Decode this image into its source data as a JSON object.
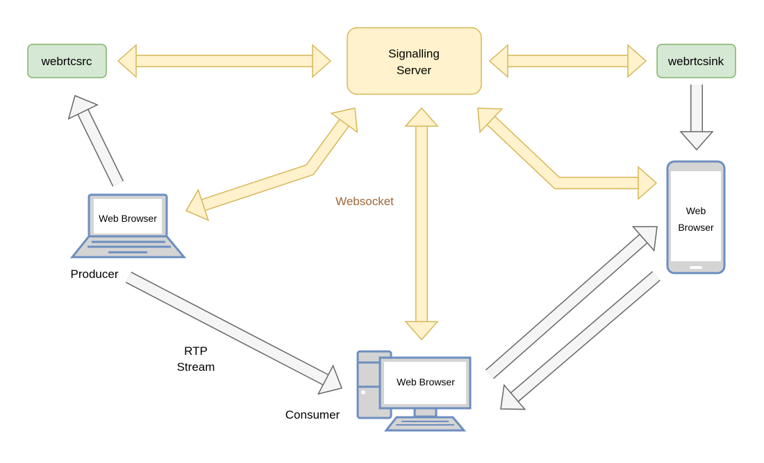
{
  "nodes": {
    "webrtcsrc": "webrtcsrc",
    "webrtcsink": "webrtcsink",
    "signalling_line1": "Signalling",
    "signalling_line2": "Server",
    "laptop_screen": "Web Browser",
    "desktop_screen": "Web Browser",
    "phone_line1": "Web",
    "phone_line2": "Browser"
  },
  "labels": {
    "producer": "Producer",
    "consumer": "Consumer",
    "websocket": "Websocket",
    "rtp_line1": "RTP",
    "rtp_line2": "Stream"
  },
  "colors": {
    "signal_fill": "#fff2cc",
    "signal_stroke": "#d6b656",
    "media_fill": "#f5f5f5",
    "media_stroke": "#666666",
    "element_fill": "#d5e8d4",
    "element_stroke": "#82b366",
    "device_stroke": "#6c8ebf",
    "device_fill": "#d4d4d4"
  }
}
